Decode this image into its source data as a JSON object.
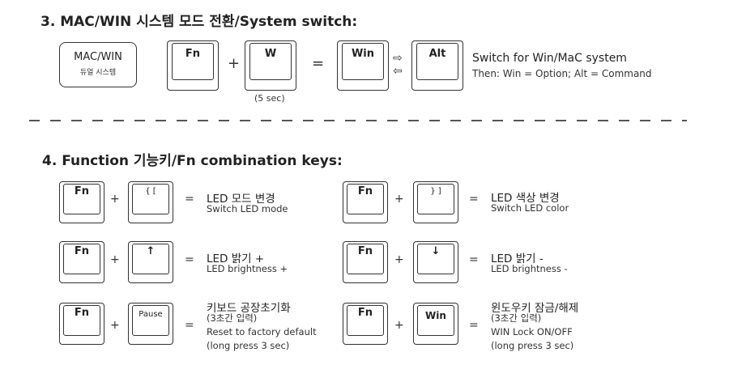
{
  "section3": {
    "title_main": "3. MAC/WIN 시스템 모드 전환",
    "title_sub": "/System switch:",
    "mode_box": {
      "line1": "MAC/WIN",
      "line2": "듀얼 시스템"
    },
    "keys": {
      "fn": "Fn",
      "w": "W",
      "win": "Win",
      "alt": "Alt"
    },
    "duration": "(5 sec)",
    "arrow_right": "⇨",
    "arrow_left": "⇦",
    "desc_line1": "Switch for Win/MaC system",
    "desc_line2": "Then: Win = Option; Alt = Command"
  },
  "section4": {
    "title_main": "4. Function 기능키",
    "title_sub": "/Fn combination keys:",
    "combos": [
      {
        "key1": "Fn",
        "key2": "{ [",
        "ko": "LED 모드 변경",
        "en": "Switch LED mode",
        "en2": ""
      },
      {
        "key1": "Fn",
        "key2": "} ]",
        "ko": "LED 색상 변경",
        "en": "Switch LED color",
        "en2": ""
      },
      {
        "key1": "Fn",
        "key2": "↑",
        "ko": "LED 밝기 +",
        "en": "LED brightness +",
        "en2": ""
      },
      {
        "key1": "Fn",
        "key2": "↓",
        "ko": "LED 밝기 -",
        "en": "LED brightness -",
        "en2": ""
      },
      {
        "key1": "Fn",
        "key2": "Pause",
        "ko": "키보드 공장초기화",
        "en": "(3초간 입력)",
        "en2": "Reset to factory default",
        "en3": "(long press 3 sec)"
      },
      {
        "key1": "Fn",
        "key2": "Win",
        "ko": "윈도우키 잠금/해제",
        "en": "(3초간 입력)",
        "en2": "WIN Lock ON/OFF",
        "en3": "(long press 3 sec)"
      }
    ],
    "plus": "+",
    "equals": "="
  }
}
